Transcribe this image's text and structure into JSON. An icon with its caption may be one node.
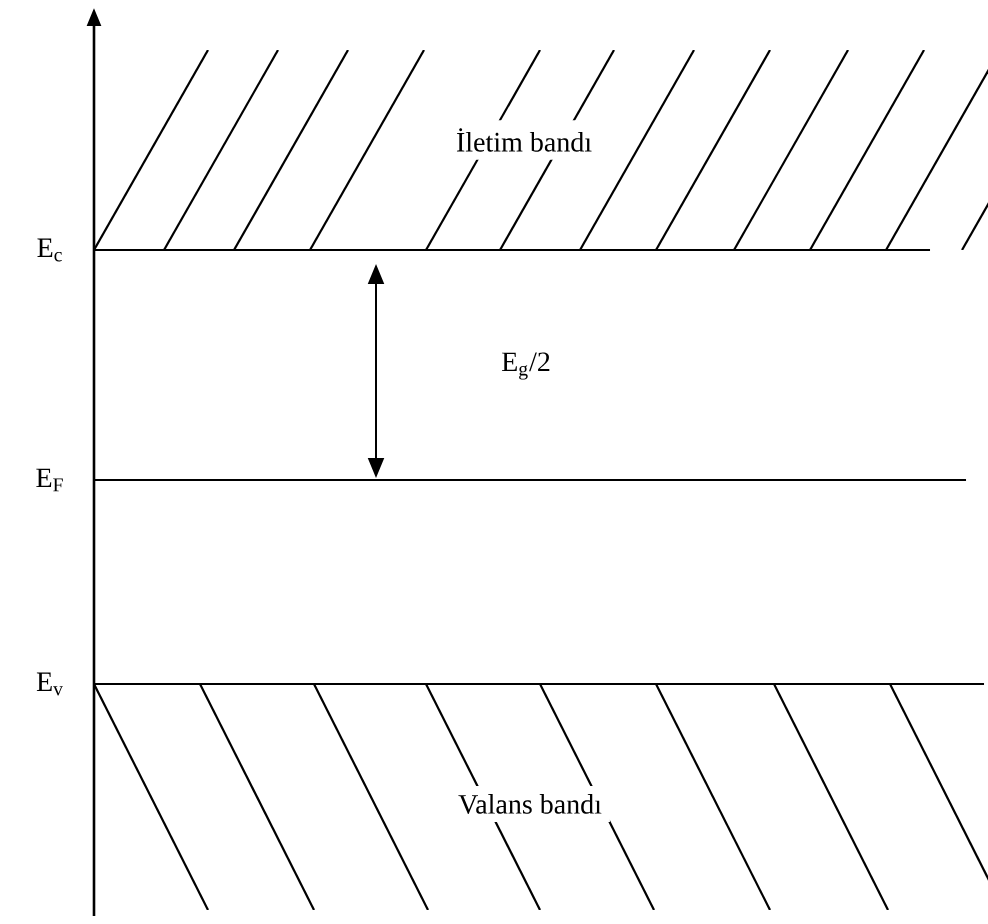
{
  "diagram": {
    "nodes": [
      {
        "text": [
          "İletim bandı"
        ]
      },
      {
        "text": [
          "Valans bandı"
        ]
      }
    ],
    "labels": [
      "E$_{c}$",
      "E$_{g}$/2",
      "E$_{F}$",
      "E$_{v}$"
    ]
  }
}
